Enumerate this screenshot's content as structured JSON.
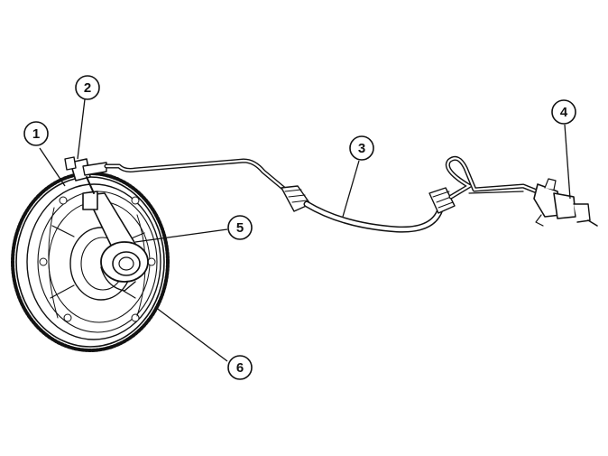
{
  "callouts": [
    {
      "label": "1"
    },
    {
      "label": "2"
    },
    {
      "label": "3"
    },
    {
      "label": "4"
    },
    {
      "label": "5"
    },
    {
      "label": "6"
    }
  ],
  "colors": {
    "line": "#111111",
    "fill": "#ffffff",
    "shade": "#d9d9d9"
  }
}
